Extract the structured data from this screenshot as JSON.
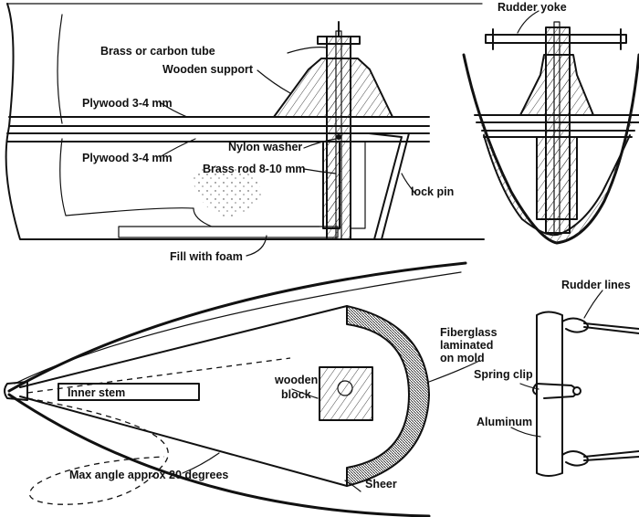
{
  "labels": {
    "brass_tube": "Brass or carbon tube",
    "wooden_support": "Wooden support",
    "plywood_top": "Plywood 3-4 mm",
    "plywood_bottom": "Plywood 3-4 mm",
    "nylon_washer": "Nylon washer",
    "brass_rod": "Brass rod 8-10 mm",
    "lock_pin": "lock pin",
    "fill_foam": "Fill with foam",
    "rudder_yoke": "Rudder yoke",
    "rudder_lines": "Rudder lines",
    "fiberglass_1": "Fiberglass",
    "fiberglass_2": "laminated",
    "fiberglass_3": "on mold",
    "spring_clip": "Spring clip",
    "aluminum": "Aluminum",
    "inner_stem": "Inner stem",
    "wooden_block_1": "wooden",
    "wooden_block_2": "block",
    "max_angle": "Max angle approx 20 degrees",
    "sheer": "Sheer"
  },
  "colors": {
    "ink": "#111111",
    "paper": "#ffffff"
  }
}
